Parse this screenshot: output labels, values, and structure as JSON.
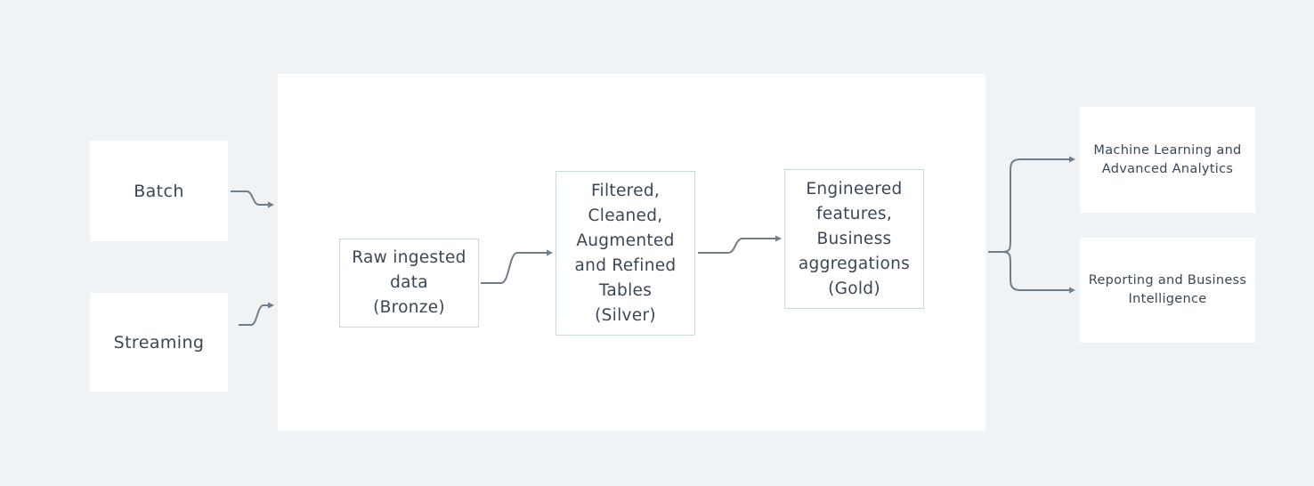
{
  "sources": [
    {
      "label": "Batch"
    },
    {
      "label": "Streaming"
    }
  ],
  "stages": [
    {
      "label": "Raw ingested\ndata\n(Bronze)"
    },
    {
      "label": "Filtered,\nCleaned,\nAugmented\nand Refined\nTables\n(Silver)"
    },
    {
      "label": "Engineered\nfeatures,\nBusiness\naggregations\n(Gold)"
    }
  ],
  "outputs": [
    {
      "label": "Machine Learning and\nAdvanced Analytics"
    },
    {
      "label": "Reporting and Business\nIntelligence"
    }
  ],
  "colors": {
    "background": "#eff3f6",
    "box": "#ffffff",
    "stage_border": "#ccd6de",
    "connector": "#6f7e8b",
    "text": "#3b4754"
  }
}
